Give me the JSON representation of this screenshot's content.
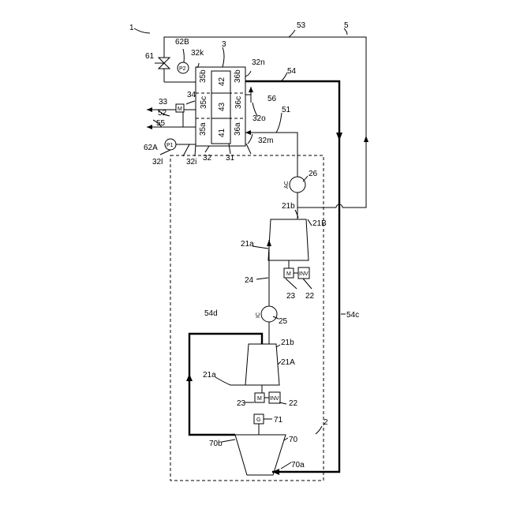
{
  "labels": {
    "n1": "1",
    "n2": "2",
    "n3": "3",
    "n5": "5",
    "n21a_upper": "21a",
    "n21b_upper": "21b",
    "n21B": "21B",
    "n21a_lower": "21a",
    "n21b_lower": "21b",
    "n21A": "21A",
    "n22_upper": "22",
    "n22_lower": "22",
    "n23_upper": "23",
    "n23_lower": "23",
    "n24": "24",
    "n25": "25",
    "n26": "26",
    "n31": "31",
    "n32": "32",
    "n32i": "32i",
    "n32k": "32k",
    "n32l": "32l",
    "n32m": "32m",
    "n32n": "32n",
    "n32o": "32o",
    "n33": "33",
    "n34": "34",
    "n35a": "35a",
    "n35b": "35b",
    "n35c": "35c",
    "n36a": "36a",
    "n36b": "36b",
    "n36c": "36c",
    "n41": "41",
    "n42": "42",
    "n43": "43",
    "n51": "51",
    "n52": "52",
    "n53": "53",
    "n54": "54",
    "n54c": "54c",
    "n54d": "54d",
    "n55": "55",
    "n56": "56",
    "n61": "61",
    "n62A": "62A",
    "n62B": "62B",
    "n70": "70",
    "n70a": "70a",
    "n70b": "70b",
    "n71": "71"
  },
  "symbols": {
    "ac": "AC",
    "ic": "IC",
    "inv_upper": "INV",
    "inv_lower": "INV",
    "motor_upper": "M",
    "motor_lower": "M",
    "motor_valve": "M",
    "generator": "G",
    "p1": "P1",
    "p2": "P2"
  }
}
